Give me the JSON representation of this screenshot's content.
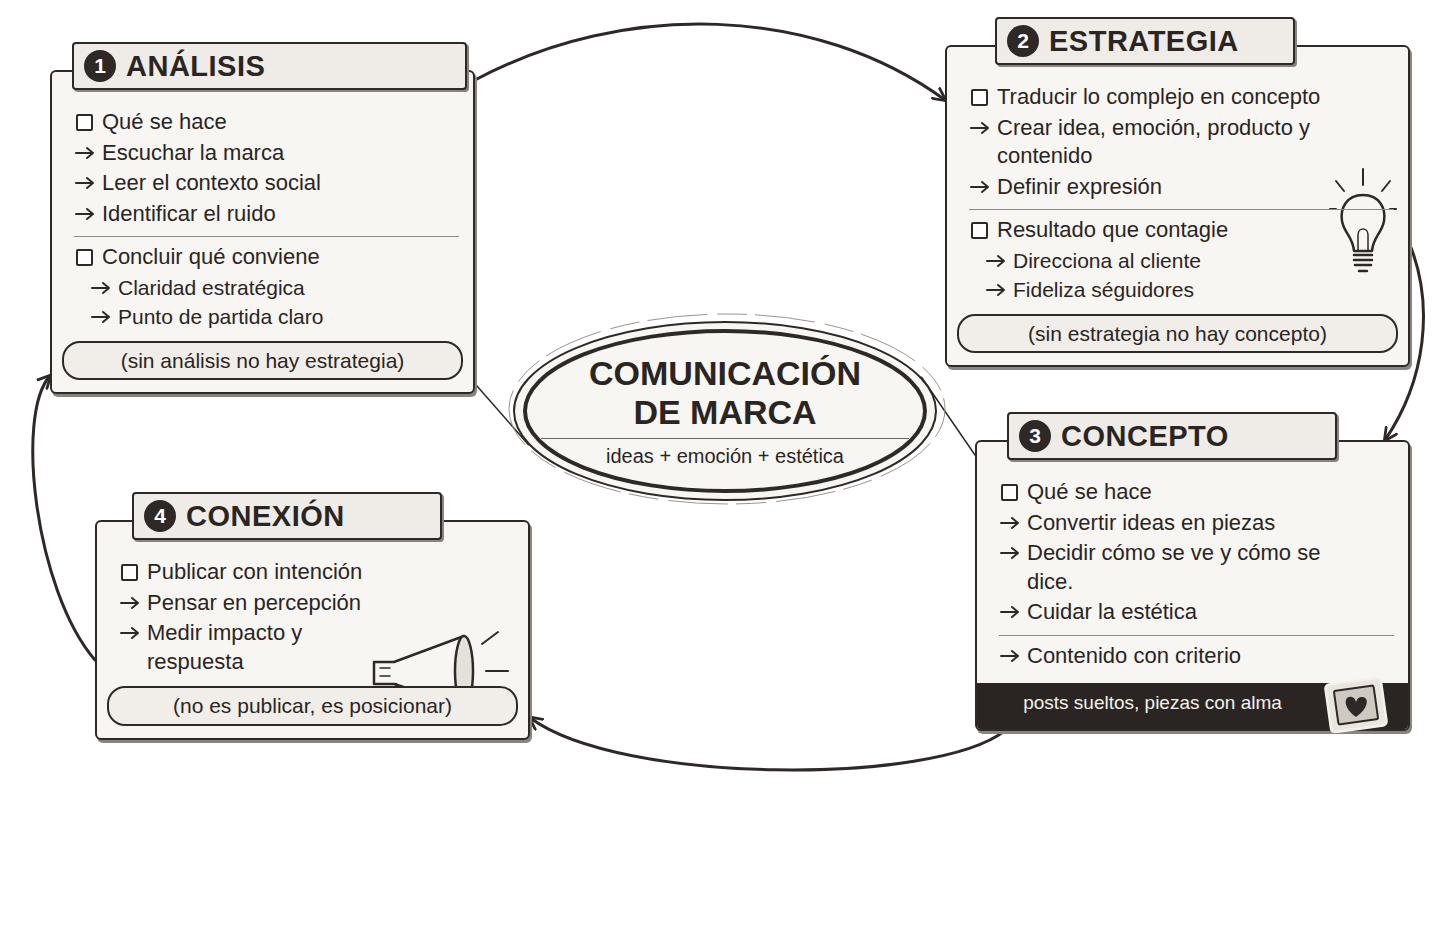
{
  "diagram": {
    "nodes": [
      {
        "text": [
          "COMUNICACIÓN DE MARCA",
          "ideas + emoción + estética"
        ]
      },
      {
        "text": [
          "1",
          "ANÁLISIS",
          "Qué se hace",
          "Escuchar la marca",
          "Leer el contexto social",
          "Identificar el ruido",
          "Concluir qué conviene",
          "Claridad estratégica",
          "Punto de partida claro"
        ]
      },
      {
        "text": [
          "(sin análisis no hay estrategia)"
        ],
        "in": 1
      },
      {
        "text": [
          "2",
          "ESTRATEGIA",
          "Traducir lo complejo en concepto",
          "Crear idea, emoción, producto y contenido",
          "Definir expresión",
          "Resultado que contagie",
          "Direcciona al cliente",
          "Fideliza séguidores"
        ]
      },
      {
        "text": [
          "(sin estrategia no hay concepto)"
        ],
        "in": 3
      },
      {
        "text": [
          "3",
          "CONCEPTO",
          "Qué se hace",
          "Convertir ideas en piezas",
          "Decidir cómo se ve y cómo se dice.",
          "Cuidar la estética",
          "Contenido con criterio"
        ]
      },
      {
        "text": [
          "posts sueltos, piezas con alma"
        ],
        "in": 5
      },
      {
        "text": [
          "4",
          "CONEXIÓN",
          "Publicar con intención",
          "Pensar en percepción",
          "Medir impacto y respuesta"
        ]
      },
      {
        "text": [
          "(no es publicar, es posicionar)"
        ],
        "in": 7
      }
    ],
    "edges": [
      {
        "from": 1,
        "to": 3,
        "arrow": "to"
      },
      {
        "from": 3,
        "to": 5,
        "arrow": "to"
      },
      {
        "from": 5,
        "to": 7,
        "arrow": "to"
      },
      {
        "from": 7,
        "to": 1,
        "arrow": "to"
      },
      {
        "from": 0,
        "to": 1,
        "arrow": "none"
      },
      {
        "from": 0,
        "to": 5,
        "arrow": "none"
      }
    ]
  }
}
